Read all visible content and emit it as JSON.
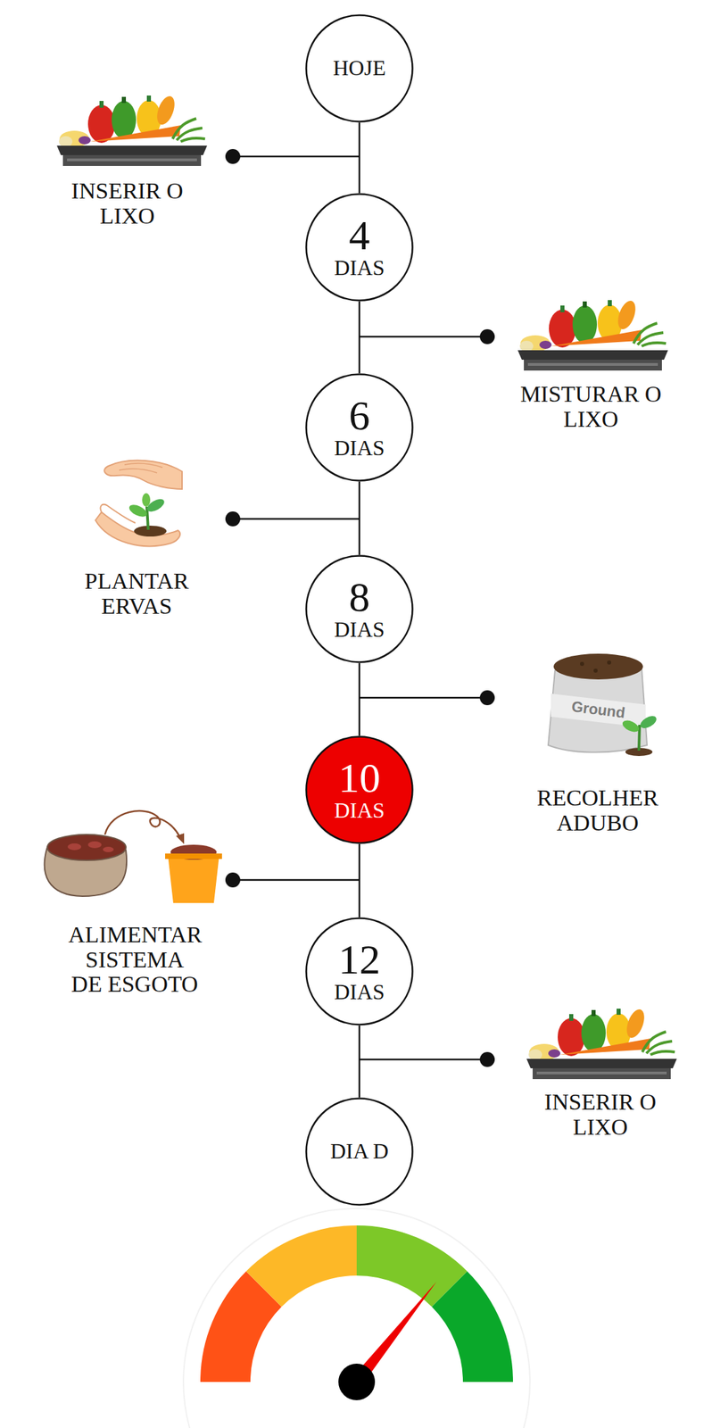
{
  "diagram": {
    "nodes": [
      {
        "text": [
          "HOJE"
        ]
      },
      {
        "text": [
          "4",
          "DIAS"
        ]
      },
      {
        "text": [
          "6",
          "DIAS"
        ]
      },
      {
        "text": [
          "8",
          "DIAS"
        ]
      },
      {
        "text": [
          "10",
          "DIAS"
        ]
      },
      {
        "text": [
          "12",
          "DIAS"
        ]
      },
      {
        "text": [
          "DIA D"
        ]
      }
    ],
    "edges": [
      {
        "from": 0,
        "to": 1,
        "arrow": "none"
      },
      {
        "from": 1,
        "to": 2,
        "arrow": "none"
      },
      {
        "from": 2,
        "to": 3,
        "arrow": "none"
      },
      {
        "from": 3,
        "to": 4,
        "arrow": "none"
      },
      {
        "from": 4,
        "to": 5,
        "arrow": "none"
      },
      {
        "from": 5,
        "to": 6,
        "arrow": "none"
      }
    ],
    "labels": [
      "INSERIR O LIXO",
      "MISTURAR O LIXO",
      "PLANTAR ERVAS",
      "Ground",
      "RECOLHER ADUBO",
      "ALIMENTAR SISTEMA DE ESGOTO",
      "INSERIR O LIXO"
    ]
  }
}
